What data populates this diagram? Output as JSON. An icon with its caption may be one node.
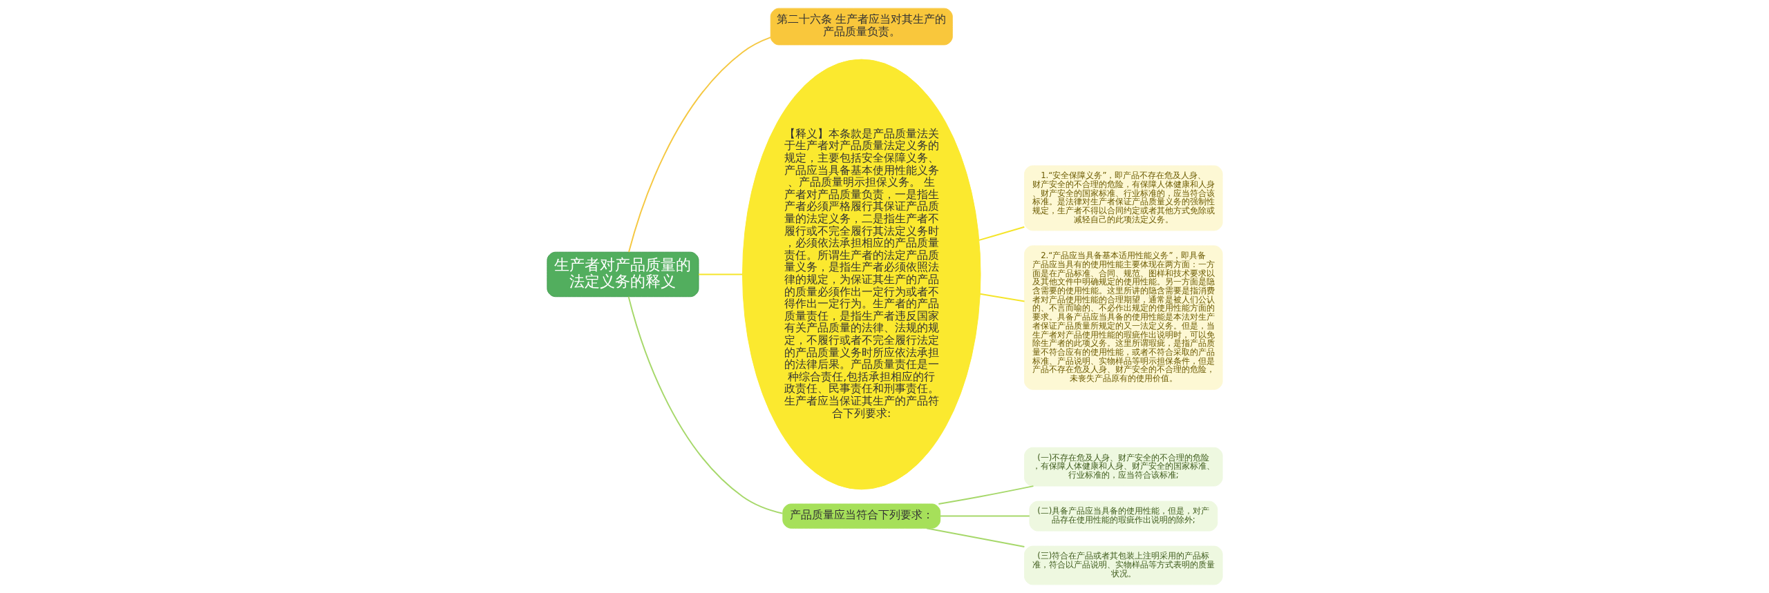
{
  "diagram": {
    "nodes": [
      {
        "text": [
          "生产者对产品质量的法定义务的释义"
        ]
      },
      {
        "text": [
          "第二十六条 生产者应当对其生产的产品质量负责。"
        ]
      },
      {
        "text": [
          "【释义】本条款是产品质量法关于生产者对产品质量法定义务的规定，主要包括安全保障义务、产品应当具备基本使用性能义务、产品质量明示担保义务。 生产者对产品质量负责，一是指生产者必须严格履行其保证产品质量的法定义务，二是指生产者不履行或不完全履行其法定义务时，必须依法承担相应的产品质量责任。所谓生产者的法定产品质量义务，是指生产者必须依照法律的规定，为保证其生产的产品的质量必须作出一定行为或者不得作出一定行为。生产者的产品质量责任，是指生产者违反国家有关产品质量的法律、法规的规定，不履行或者不完全履行法定的产品质量义务时所应依法承担的法律后果。产品质量责任是一种综合责任,包括承担相应的行政责任、民事责任和刑事责任。生产者应当保证其生产的产品符合下列要求:"
        ]
      },
      {
        "text": [
          "1.“安全保障义务”，即产品不存在危及人身、财产安全的不合理的危险，有保障人体健康和人身、财产安全的国家标准、行业标准的，应当符合该标准。是法律对生产者保证产品质量义务的强制性规定，生产者不得以合同约定或者其他方式免除或减轻自己的此项法定义务。"
        ]
      },
      {
        "text": [
          "2.“产品应当具备基本适用性能义务”，即具备产品应当具有的使用性能主要体现在两方面：一方面是在产品标准、合同、规范、图样和技术要求以及其他文件中明确规定的使用性能。另一方面是隐含需要的使用性能。这里所讲的隐含需要是指消费者对产品使用性能的合理期望，通常是被人们公认的、不言而喻的、不必作出规定的使用性能方面的要求。具备产品应当具备的使用性能是本法对生产者保证产品质量所规定的又一法定义务。但是，当生产者对产品使用性能的瑕疵作出说明时，可以免除生产者的此项义务。这里所谓瑕疵，是指产品质量不符合应有的使用性能，或者不符合采取的产品标准、产品说明、实物样品等明示担保条件，但是产品不存在危及人身、财产安全的不合理的危险，未丧失产品原有的使用价值。"
        ]
      },
      {
        "text": [
          "产品质量应当符合下列要求："
        ]
      },
      {
        "text": [
          "(一)不存在危及人身、财产安全的不合理的危险，有保障人体健康和人身、财产安全的国家标准、行业标准的，应当符合该标准;"
        ]
      },
      {
        "text": [
          "(二)具备产品应当具备的使用性能，但是，对产品存在使用性能的瑕疵作出说明的除外;"
        ]
      },
      {
        "text": [
          "(三)符合在产品或者其包装上注明采用的产品标准，符合以产品说明、实物样品等方式表明的质量状况。"
        ]
      }
    ],
    "edges": [
      {
        "from": 0,
        "to": 1,
        "arrow": "none",
        "color": "#f5c842"
      },
      {
        "from": 0,
        "to": 2,
        "arrow": "none",
        "color": "#f5e52a"
      },
      {
        "from": 2,
        "to": 3,
        "arrow": "none",
        "color": "#f5e52a"
      },
      {
        "from": 2,
        "to": 4,
        "arrow": "none",
        "color": "#f5e52a"
      },
      {
        "from": 0,
        "to": 5,
        "arrow": "none",
        "color": "#a6d86a"
      },
      {
        "from": 5,
        "to": 6,
        "arrow": "none",
        "color": "#a6d86a"
      },
      {
        "from": 5,
        "to": 7,
        "arrow": "none",
        "color": "#a6d86a"
      },
      {
        "from": 5,
        "to": 8,
        "arrow": "none",
        "color": "#a6d86a"
      }
    ]
  }
}
